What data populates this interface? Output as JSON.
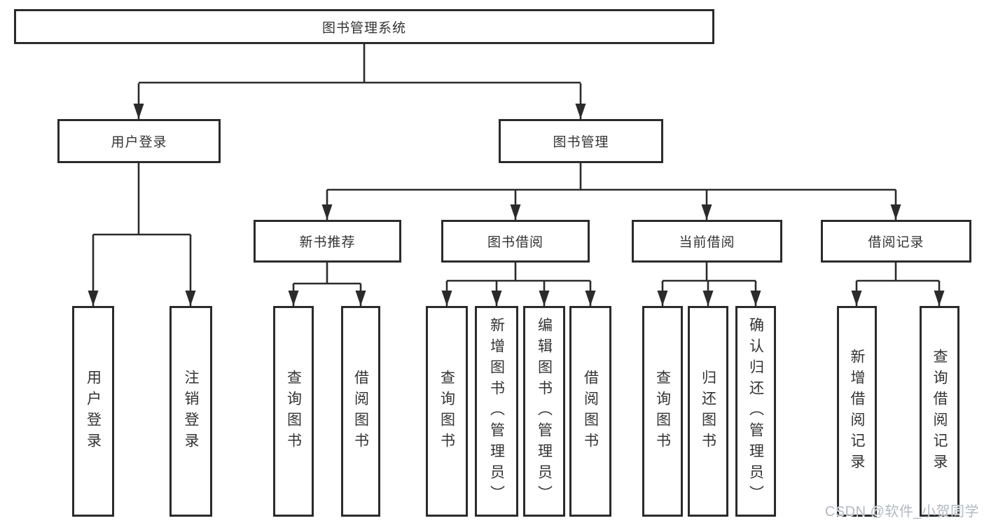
{
  "nodes": {
    "root": "图书管理系统",
    "user_login": "用户登录",
    "book_management": "图书管理",
    "new_book_recommend": "新书推荐",
    "book_borrow": "图书借阅",
    "current_borrow": "当前借阅",
    "borrow_record": "借阅记录",
    "leaf_user_login": "用户登录",
    "leaf_logout": "注销登录",
    "leaf_query_book_1": "查询图书",
    "leaf_borrow_book_1": "借阅图书",
    "leaf_query_book_2": "查询图书",
    "leaf_add_book": "新增图书（管理员）",
    "leaf_edit_book": "编辑图书（管理员）",
    "leaf_borrow_book_2": "借阅图书",
    "leaf_query_book_3": "查询图书",
    "leaf_return_book": "归还图书",
    "leaf_confirm_return": "确认归还（管理员）",
    "leaf_add_borrow_record": "新增借阅记录",
    "leaf_query_borrow_record": "查询借阅记录"
  },
  "hierarchy": {
    "图书管理系统": {
      "用户登录": [
        "用户登录",
        "注销登录"
      ],
      "图书管理": {
        "新书推荐": [
          "查询图书",
          "借阅图书"
        ],
        "图书借阅": [
          "查询图书",
          "新增图书（管理员）",
          "编辑图书（管理员）",
          "借阅图书"
        ],
        "当前借阅": [
          "查询图书",
          "归还图书",
          "确认归还（管理员）"
        ],
        "借阅记录": [
          "新增借阅记录",
          "查询借阅记录"
        ]
      }
    }
  },
  "watermark": "CSDN @软件_小贺同学",
  "colors": {
    "line": "#2b2b2b",
    "text": "#333333",
    "box_fill": "#ffffff",
    "watermark": "#b3b9c2",
    "background": "#ffffff"
  }
}
